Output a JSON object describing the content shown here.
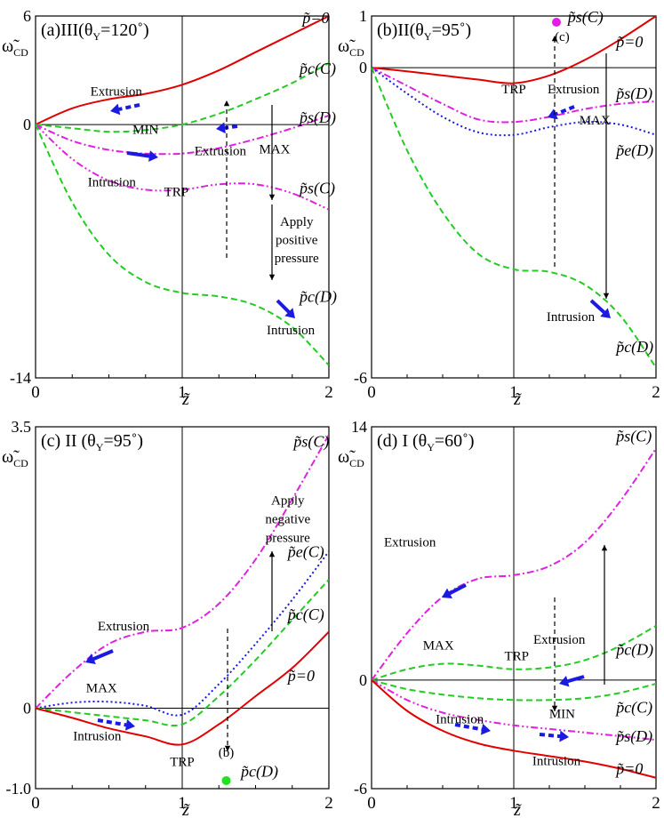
{
  "figure_label_text": "four-panel grand potential vs z plots",
  "chart_data": [
    {
      "id": "a",
      "type": "line",
      "title": "(a)III(θ",
      "title_sub": "Y",
      "title_tail": "=120˚)",
      "ylabel": "ω̃",
      "ylabel_sub": "CD",
      "xlabel": "z̃",
      "xlim": [
        0,
        2
      ],
      "ylim": [
        -14,
        6
      ],
      "x_ticks": [
        "0",
        "1",
        "2"
      ],
      "y_ticks": [
        {
          "v": 6,
          "label": "6"
        },
        {
          "v": 0,
          "label": "0"
        },
        {
          "v": -14,
          "label": "-14"
        }
      ],
      "series": [
        {
          "name": "p̃=0",
          "color": "#e00000",
          "dash": "",
          "x": [
            0,
            0.25,
            0.5,
            0.75,
            1.0,
            1.25,
            1.5,
            1.75,
            2.0
          ],
          "y": [
            0,
            0.9,
            1.4,
            1.7,
            2.2,
            3.0,
            4.0,
            5.0,
            6.0
          ]
        },
        {
          "name": "p̃c(C)",
          "color": "#22cc22",
          "dash": "7,4",
          "x": [
            0,
            0.25,
            0.5,
            0.75,
            1.0,
            1.25,
            1.5,
            1.75,
            2.0
          ],
          "y": [
            0,
            -0.2,
            -0.4,
            -0.3,
            0.0,
            0.6,
            1.4,
            2.3,
            3.4
          ]
        },
        {
          "name": "p̃s(D)",
          "color": "#e020e0",
          "dash": "8,3,2,3",
          "x": [
            0,
            0.25,
            0.5,
            0.75,
            1.0,
            1.25,
            1.5,
            1.75,
            2.0
          ],
          "y": [
            0,
            -0.9,
            -1.4,
            -1.6,
            -1.6,
            -1.3,
            -0.8,
            -0.2,
            0.5
          ]
        },
        {
          "name": "p̃s(C)",
          "color": "#e020e0",
          "dash": "8,3,2,3,2,3",
          "x": [
            0,
            0.25,
            0.5,
            0.75,
            1.0,
            1.25,
            1.5,
            1.75,
            2.0
          ],
          "y": [
            0,
            -1.9,
            -3.1,
            -3.6,
            -3.6,
            -3.3,
            -3.3,
            -3.8,
            -4.7
          ]
        },
        {
          "name": "p̃c(D)",
          "color": "#22cc22",
          "dash": "7,4",
          "x": [
            0,
            0.25,
            0.5,
            0.75,
            1.0,
            1.25,
            1.5,
            1.75,
            2.0
          ],
          "y": [
            0,
            -4.3,
            -7.2,
            -8.7,
            -9.3,
            -9.5,
            -10.0,
            -11.2,
            -13.3
          ]
        }
      ],
      "annotations": [
        {
          "text": "Extrusion",
          "x": 0.55,
          "y": 1.6
        },
        {
          "text": "MIN",
          "x": 0.75,
          "y": -0.5
        },
        {
          "text": "Extrusion",
          "x": 1.26,
          "y": -1.7
        },
        {
          "text": "MAX",
          "x": 1.63,
          "y": -1.6
        },
        {
          "text": "Intrusion",
          "x": 0.52,
          "y": -3.4
        },
        {
          "text": "TRP",
          "x": 0.96,
          "y": -3.95
        },
        {
          "text": "Apply",
          "x": 1.78,
          "y": -5.6
        },
        {
          "text": "positive",
          "x": 1.78,
          "y": -6.6
        },
        {
          "text": "pressure",
          "x": 1.78,
          "y": -7.6
        },
        {
          "text": "Intrusion",
          "x": 1.74,
          "y": -11.6
        }
      ],
      "curve_labels": [
        {
          "text": "p̃=0",
          "x": 1.82,
          "y": 5.6
        },
        {
          "text": "p̃c(C)",
          "x": 1.8,
          "y": 2.8
        },
        {
          "text": "p̃s(D)",
          "x": 1.8,
          "y": 0.1
        },
        {
          "text": "p̃s(C)",
          "x": 1.8,
          "y": -3.8
        },
        {
          "text": "p̃c(D)",
          "x": 1.8,
          "y": -9.8
        }
      ]
    },
    {
      "id": "b",
      "type": "line",
      "title": "(b)II(θ",
      "title_sub": "Y",
      "title_tail": "=95˚)",
      "ylabel": "ω̃",
      "ylabel_sub": "CD",
      "xlabel": "z̃",
      "xlim": [
        0,
        2
      ],
      "ylim": [
        -6,
        1
      ],
      "x_ticks": [
        "0",
        "1",
        "2"
      ],
      "y_ticks": [
        {
          "v": 1,
          "label": "1"
        },
        {
          "v": 0,
          "label": "0"
        },
        {
          "v": -6,
          "label": "-6"
        }
      ],
      "series": [
        {
          "name": "p̃=0",
          "color": "#e00000",
          "dash": "",
          "x": [
            0,
            0.25,
            0.5,
            0.75,
            1.0,
            1.25,
            1.5,
            1.75,
            2.0
          ],
          "y": [
            0,
            -0.07,
            -0.15,
            -0.23,
            -0.3,
            -0.15,
            0.15,
            0.55,
            1.0
          ]
        },
        {
          "name": "p̃s(D)",
          "color": "#e020e0",
          "dash": "8,3,2,3",
          "x": [
            0,
            0.25,
            0.5,
            0.75,
            1.0,
            1.25,
            1.5,
            1.75,
            2.0
          ],
          "y": [
            0,
            -0.35,
            -0.7,
            -1.0,
            -1.05,
            -0.95,
            -0.8,
            -0.7,
            -0.65
          ]
        },
        {
          "name": "p̃e(D)",
          "color": "#1a1ae0",
          "dash": "2,3",
          "x": [
            0,
            0.25,
            0.5,
            0.75,
            1.0,
            1.25,
            1.5,
            1.75,
            2.0
          ],
          "y": [
            0,
            -0.5,
            -0.95,
            -1.25,
            -1.3,
            -1.15,
            -1.05,
            -1.1,
            -1.3
          ]
        },
        {
          "name": "p̃c(D)",
          "color": "#22cc22",
          "dash": "7,4",
          "x": [
            0,
            0.25,
            0.5,
            0.75,
            1.0,
            1.25,
            1.5,
            1.75,
            2.0
          ],
          "y": [
            0,
            -1.6,
            -2.8,
            -3.6,
            -3.9,
            -3.95,
            -4.2,
            -4.8,
            -5.8
          ]
        }
      ],
      "annotations": [
        {
          "text": "TRP",
          "x": 1.0,
          "y": -0.5
        },
        {
          "text": "Extrusion",
          "x": 1.42,
          "y": -0.5
        },
        {
          "text": "MAX",
          "x": 1.57,
          "y": -1.1
        },
        {
          "text": "(c)",
          "x": 1.34,
          "y": 0.52
        },
        {
          "text": "Intrusion",
          "x": 1.4,
          "y": -4.9
        }
      ],
      "curve_labels": [
        {
          "text": "p̃s(C)",
          "x": 1.38,
          "y": 0.88
        },
        {
          "text": "p̃=0",
          "x": 1.72,
          "y": 0.4
        },
        {
          "text": "p̃s(D)",
          "x": 1.72,
          "y": -0.6
        },
        {
          "text": "p̃e(D)",
          "x": 1.72,
          "y": -1.7
        },
        {
          "text": "p̃c(D)",
          "x": 1.72,
          "y": -5.5
        }
      ],
      "markers": [
        {
          "x": 1.3,
          "y": 0.88,
          "color": "#e020e0"
        }
      ]
    },
    {
      "id": "c",
      "type": "line",
      "title": "(c) II (θ",
      "title_sub": "Y",
      "title_tail": "=95˚)",
      "ylabel": "ω̃",
      "ylabel_sub": "CD",
      "xlabel": "z̃",
      "xlim": [
        0,
        2
      ],
      "ylim": [
        -1.0,
        3.5
      ],
      "x_ticks": [
        "0",
        "1",
        "2"
      ],
      "y_ticks": [
        {
          "v": 3.5,
          "label": "3.5"
        },
        {
          "v": 0,
          "label": "0"
        },
        {
          "v": -1.0,
          "label": "-1.0"
        }
      ],
      "series": [
        {
          "name": "p̃s(C)",
          "color": "#e020e0",
          "dash": "8,3,2,3",
          "x": [
            0,
            0.25,
            0.5,
            0.75,
            1.0,
            1.25,
            1.5,
            1.75,
            2.0
          ],
          "y": [
            0,
            0.45,
            0.8,
            0.95,
            1.0,
            1.3,
            1.85,
            2.6,
            3.4
          ]
        },
        {
          "name": "p̃e(C)",
          "color": "#1a1ae0",
          "dash": "2,3",
          "x": [
            0,
            0.25,
            0.5,
            0.75,
            1.0,
            1.25,
            1.5,
            1.75,
            2.0
          ],
          "y": [
            0,
            0.07,
            0.08,
            0.03,
            -0.08,
            0.3,
            0.8,
            1.35,
            1.95
          ]
        },
        {
          "name": "p̃c(C)",
          "color": "#22cc22",
          "dash": "7,4",
          "x": [
            0,
            0.25,
            0.5,
            0.75,
            1.0,
            1.25,
            1.5,
            1.75,
            2.0
          ],
          "y": [
            0,
            -0.05,
            -0.1,
            -0.15,
            -0.2,
            0.15,
            0.6,
            1.1,
            1.6
          ]
        },
        {
          "name": "p̃=0",
          "color": "#e00000",
          "dash": "",
          "x": [
            0,
            0.25,
            0.5,
            0.75,
            1.0,
            1.25,
            1.5,
            1.75,
            2.0
          ],
          "y": [
            0,
            -0.12,
            -0.25,
            -0.35,
            -0.45,
            -0.2,
            0.15,
            0.5,
            0.95
          ]
        }
      ],
      "annotations": [
        {
          "text": "Apply",
          "x": 1.72,
          "y": 2.53
        },
        {
          "text": "negative",
          "x": 1.72,
          "y": 2.3
        },
        {
          "text": "pressure",
          "x": 1.72,
          "y": 2.07
        },
        {
          "text": "Extrusion",
          "x": 0.6,
          "y": 0.97
        },
        {
          "text": "MAX",
          "x": 0.45,
          "y": 0.2
        },
        {
          "text": "Intrusion",
          "x": 0.42,
          "y": -0.4
        },
        {
          "text": "TRP",
          "x": 1.0,
          "y": -0.72
        },
        {
          "text": "(b)",
          "x": 1.3,
          "y": -0.6
        }
      ],
      "curve_labels": [
        {
          "text": "p̃s(C)",
          "x": 1.76,
          "y": 3.25
        },
        {
          "text": "p̃e(C)",
          "x": 1.72,
          "y": 1.88
        },
        {
          "text": "p̃c(C)",
          "x": 1.72,
          "y": 1.1
        },
        {
          "text": "p̃=0",
          "x": 1.72,
          "y": 0.34
        },
        {
          "text": "p̃c(D)",
          "x": 1.4,
          "y": -0.85
        }
      ],
      "markers": [
        {
          "x": 1.3,
          "y": -0.9,
          "color": "#22e022"
        }
      ]
    },
    {
      "id": "d",
      "type": "line",
      "title": "(d) I (θ",
      "title_sub": "Y",
      "title_tail": "=60˚)",
      "ylabel": "ω̃",
      "ylabel_sub": "CD",
      "xlabel": "z̃",
      "xlim": [
        0,
        2
      ],
      "ylim": [
        -6,
        14
      ],
      "x_ticks": [
        "0",
        "1",
        "2"
      ],
      "y_ticks": [
        {
          "v": 14,
          "label": "14"
        },
        {
          "v": 0,
          "label": "0"
        },
        {
          "v": -6,
          "label": "-6"
        }
      ],
      "series": [
        {
          "name": "p̃s(C)",
          "color": "#e020e0",
          "dash": "8,3,2,3",
          "x": [
            0,
            0.25,
            0.5,
            0.75,
            1.0,
            1.25,
            1.5,
            1.75,
            2.0
          ],
          "y": [
            0,
            2.6,
            4.6,
            5.6,
            5.8,
            6.3,
            7.6,
            9.9,
            12.8
          ]
        },
        {
          "name": "p̃c(D)",
          "color": "#22cc22",
          "dash": "7,4",
          "x": [
            0,
            0.25,
            0.5,
            0.75,
            1.0,
            1.25,
            1.5,
            1.75,
            2.0
          ],
          "y": [
            0,
            0.6,
            0.9,
            0.8,
            0.6,
            0.7,
            1.1,
            1.9,
            3.0
          ]
        },
        {
          "name": "p̃c(C)",
          "color": "#22cc22",
          "dash": "7,4",
          "x": [
            0,
            0.25,
            0.5,
            0.75,
            1.0,
            1.25,
            1.5,
            1.75,
            2.0
          ],
          "y": [
            0,
            -0.5,
            -0.8,
            -1.0,
            -1.1,
            -1.1,
            -1.0,
            -0.7,
            -0.2
          ]
        },
        {
          "name": "p̃s(D)",
          "color": "#e020e0",
          "dash": "8,3,2,3,2,3",
          "x": [
            0,
            0.25,
            0.5,
            0.75,
            1.0,
            1.25,
            1.5,
            1.75,
            2.0
          ],
          "y": [
            0,
            -1.1,
            -1.8,
            -2.2,
            -2.5,
            -2.7,
            -2.9,
            -3.1,
            -3.3
          ]
        },
        {
          "name": "p̃=0",
          "color": "#e00000",
          "dash": "",
          "x": [
            0,
            0.25,
            0.5,
            0.75,
            1.0,
            1.25,
            1.5,
            1.75,
            2.0
          ],
          "y": [
            0,
            -1.7,
            -2.8,
            -3.5,
            -3.9,
            -4.2,
            -4.5,
            -4.9,
            -5.4
          ]
        }
      ],
      "annotations": [
        {
          "text": "Extrusion",
          "x": 0.27,
          "y": 7.4
        },
        {
          "text": "MAX",
          "x": 0.47,
          "y": 1.7
        },
        {
          "text": "TRP",
          "x": 1.02,
          "y": 1.1
        },
        {
          "text": "Extrusion",
          "x": 1.32,
          "y": 2.0
        },
        {
          "text": "MIN",
          "x": 1.34,
          "y": -2.1
        },
        {
          "text": "Intrusion",
          "x": 0.62,
          "y": -2.4
        },
        {
          "text": "Intrusion",
          "x": 1.3,
          "y": -4.7
        }
      ],
      "curve_labels": [
        {
          "text": "p̃s(C)",
          "x": 1.72,
          "y": 13.2
        },
        {
          "text": "p̃c(D)",
          "x": 1.72,
          "y": 1.4
        },
        {
          "text": "p̃c(C)",
          "x": 1.72,
          "y": -1.8
        },
        {
          "text": "p̃s(D)",
          "x": 1.72,
          "y": -3.4
        },
        {
          "text": "p̃=0",
          "x": 1.72,
          "y": -5.2
        }
      ]
    }
  ]
}
